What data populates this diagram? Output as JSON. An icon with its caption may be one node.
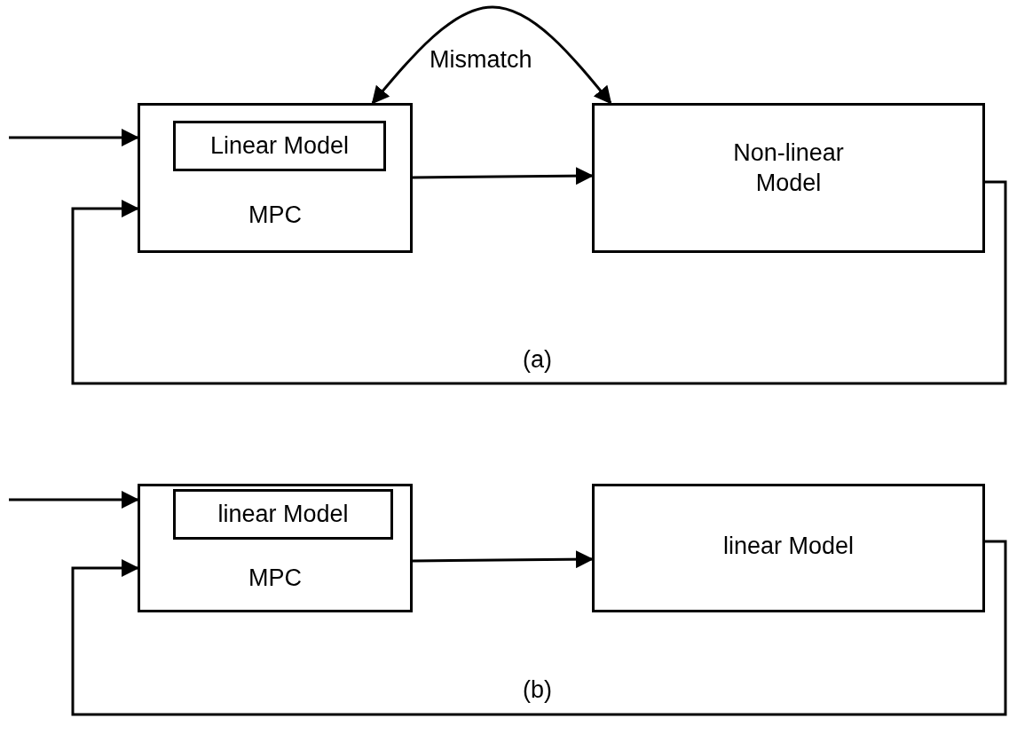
{
  "diagram": {
    "nodes": [
      {
        "text": [
          "MPC"
        ]
      },
      {
        "text": [
          "Linear Model"
        ],
        "in": 0
      },
      {
        "text": [
          "Non-linear Model"
        ]
      },
      {
        "text": [
          "MPC"
        ]
      },
      {
        "text": [
          "linear Model"
        ],
        "in": 3
      },
      {
        "text": [
          "linear Model"
        ]
      }
    ],
    "edges": [
      {
        "from": null,
        "to": 0,
        "arrow": "to"
      },
      {
        "from": 2,
        "to": 0,
        "arrow": "to"
      },
      {
        "from": 0,
        "to": 2,
        "arrow": "to"
      },
      {
        "from": 0,
        "to": 2,
        "arrow": "both",
        "label": "Mismatch"
      },
      {
        "from": null,
        "to": 3,
        "arrow": "to"
      },
      {
        "from": 5,
        "to": 3,
        "arrow": "to"
      },
      {
        "from": 3,
        "to": 5,
        "arrow": "to"
      }
    ],
    "labels": [
      "(a)",
      "(b)"
    ]
  }
}
